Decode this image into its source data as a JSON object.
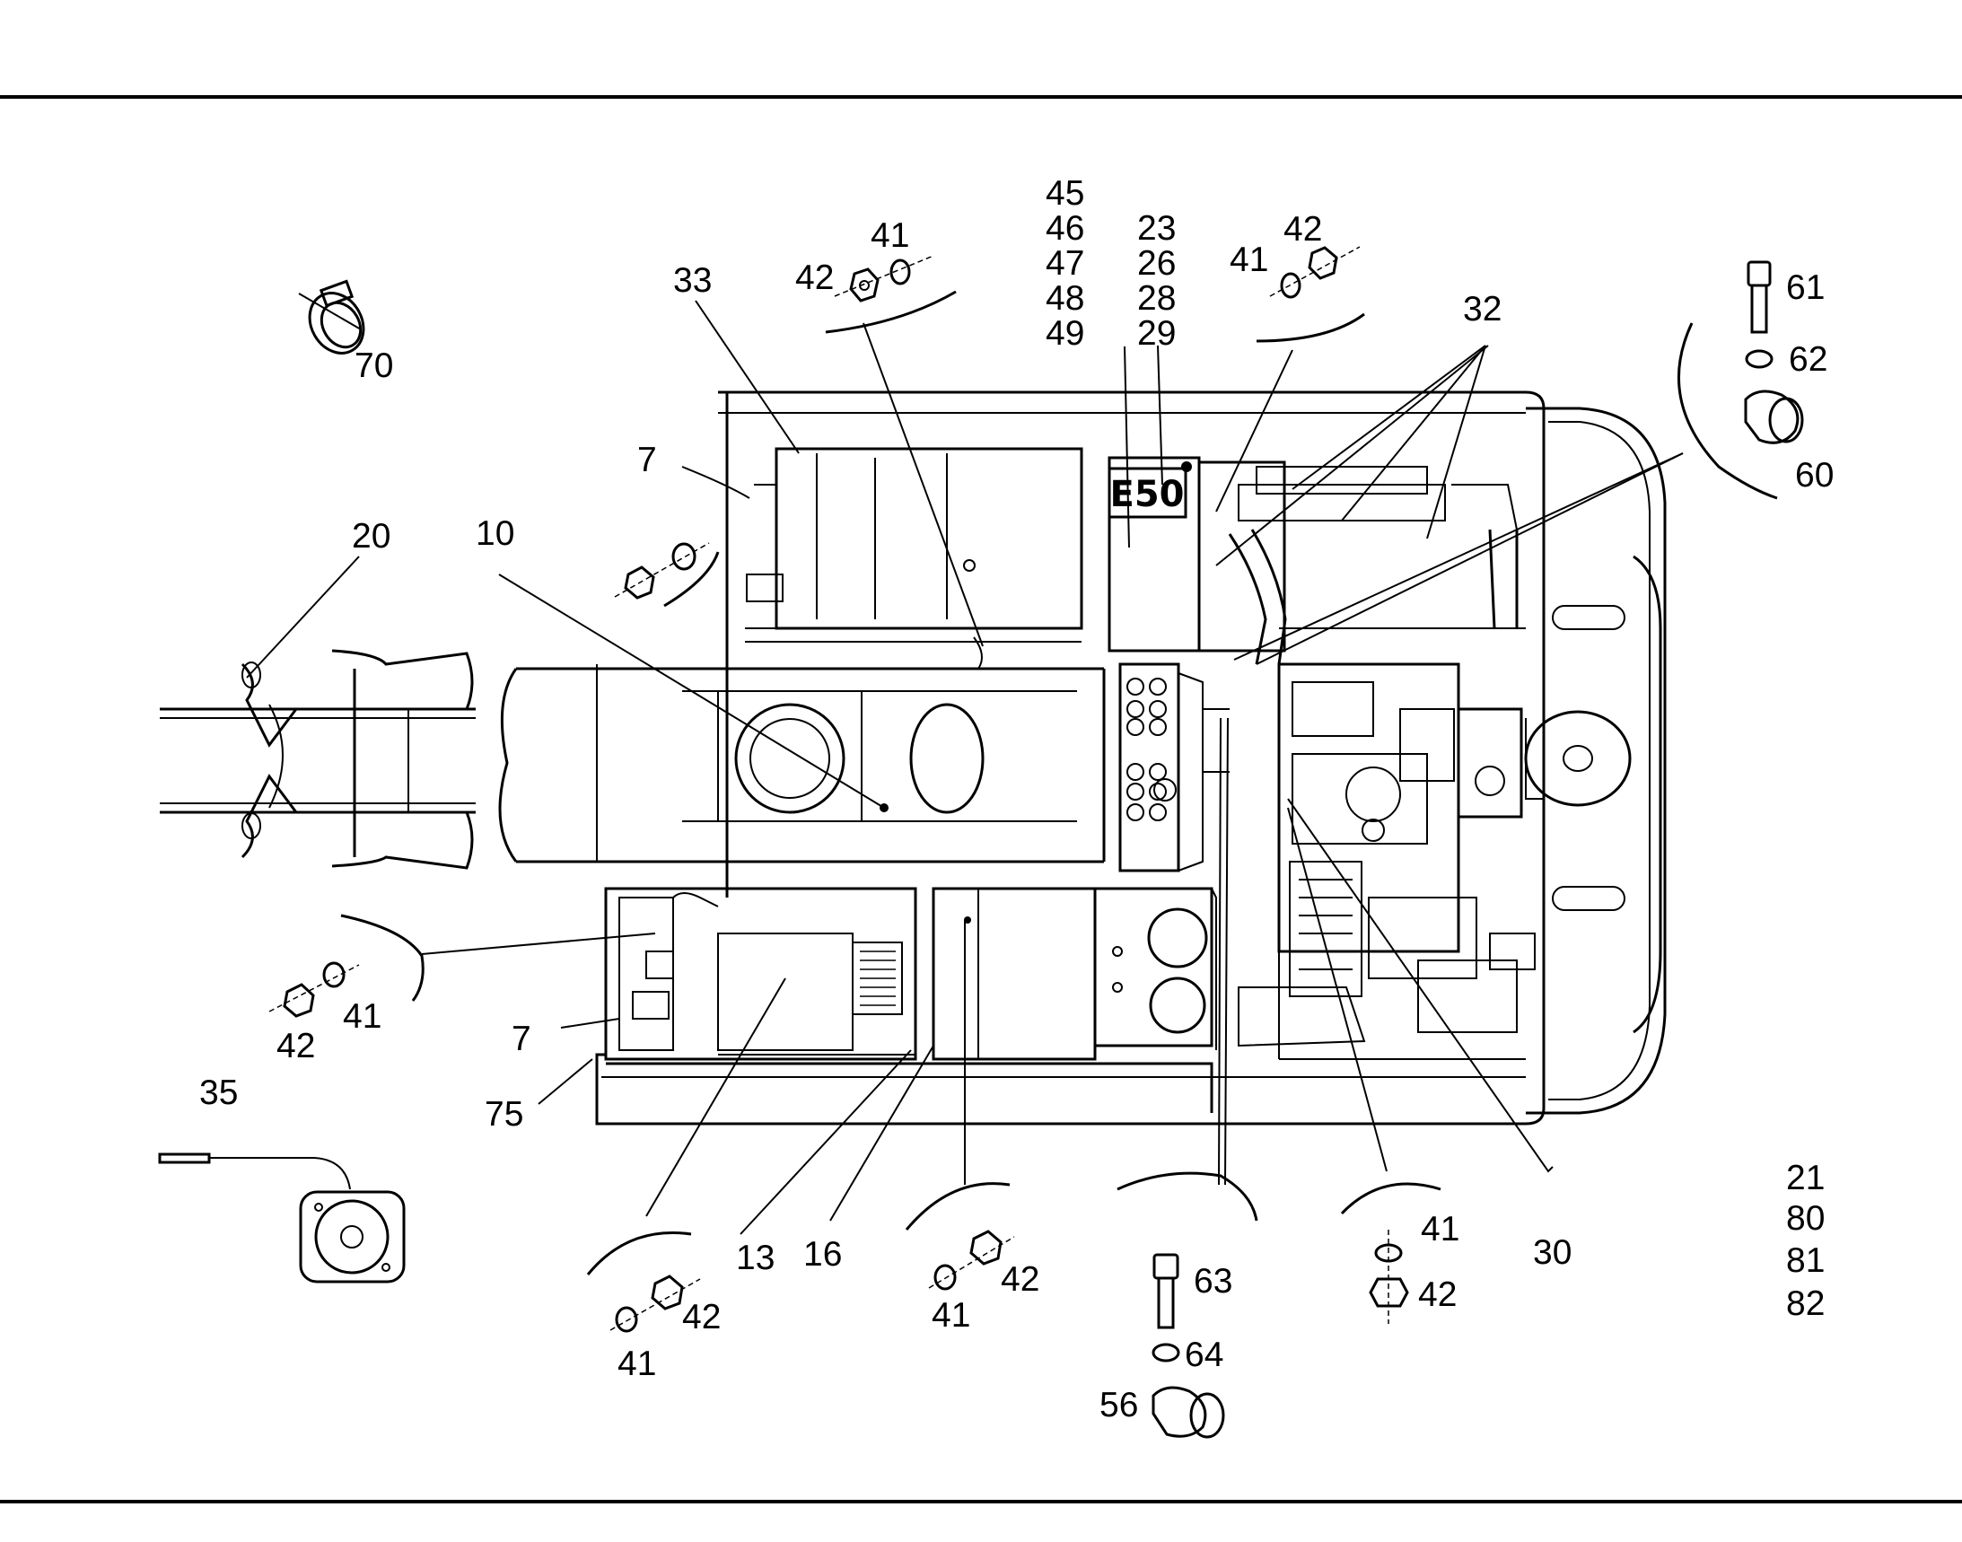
{
  "diagram": {
    "badge": "E50",
    "callouts": {
      "c70": "70",
      "c33": "33",
      "c7a": "7",
      "c20": "20",
      "c10": "10",
      "c41a": "41",
      "c42a": "42",
      "c45": "45",
      "c46": "46",
      "c47": "47",
      "c48": "48",
      "c49": "49",
      "c23": "23",
      "c26": "26",
      "c28": "28",
      "c29": "29",
      "c41b": "41",
      "c42b": "42",
      "c32": "32",
      "c61": "61",
      "c62": "62",
      "c60": "60",
      "c42c": "42",
      "c41c": "41",
      "c7b": "7",
      "c75": "75",
      "c35": "35",
      "c13": "13",
      "c16": "16",
      "c42d": "42",
      "c41d": "41",
      "c42e": "42",
      "c41e": "41",
      "c63": "63",
      "c64": "64",
      "c56": "56",
      "c41f": "41",
      "c42f": "42",
      "c30": "30",
      "c21": "21",
      "c80": "80",
      "c81": "81",
      "c82": "82"
    }
  }
}
